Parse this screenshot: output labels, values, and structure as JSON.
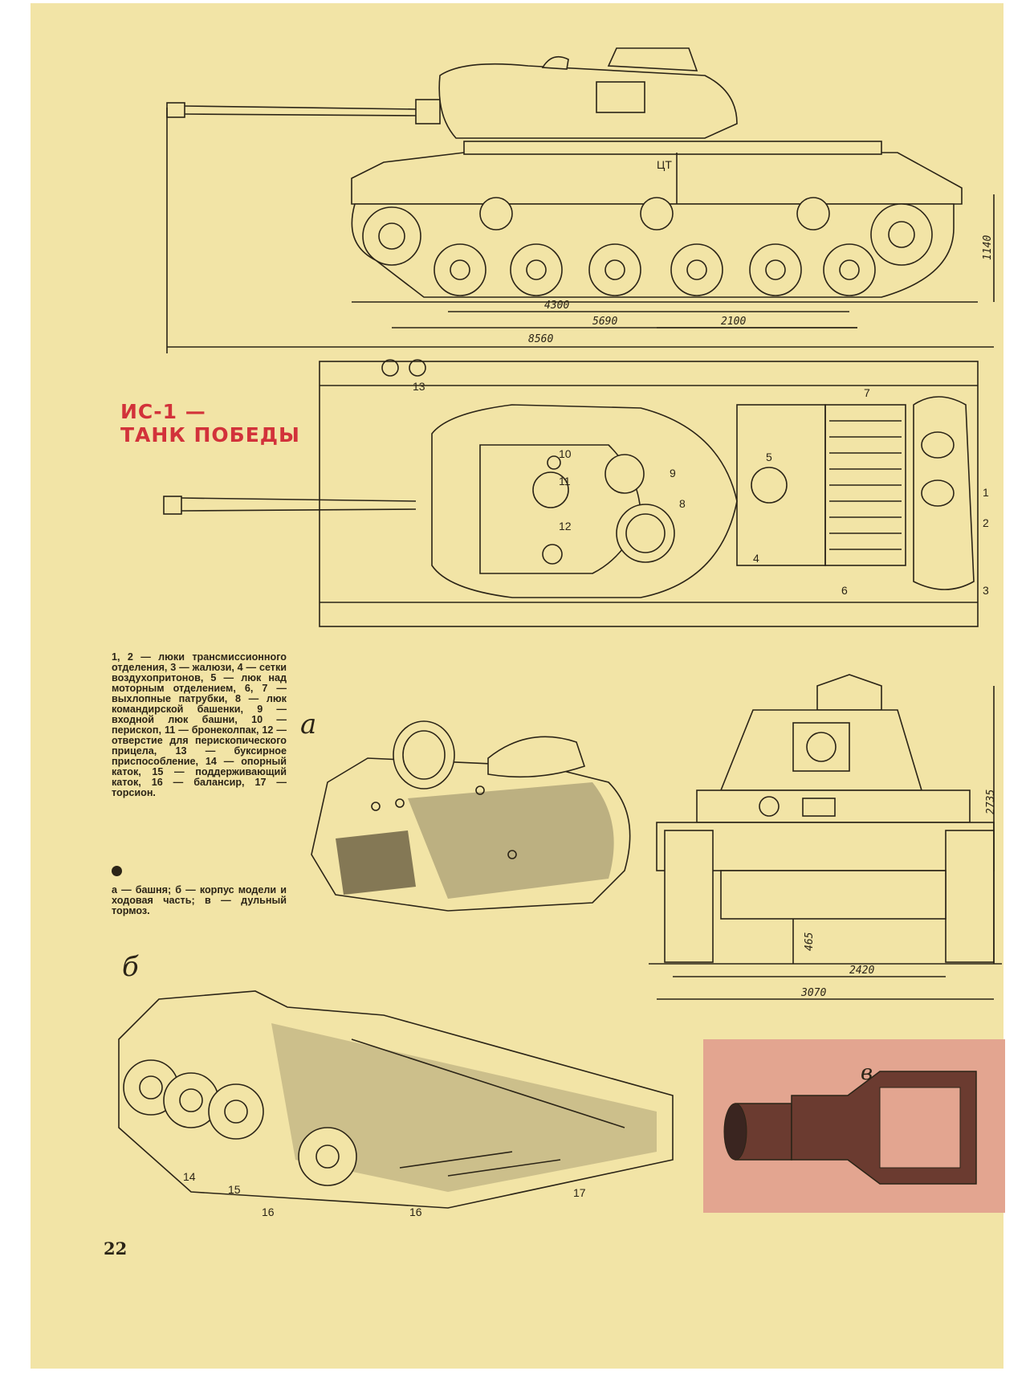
{
  "title": {
    "line1": "ИС-1 —",
    "line2": "ТАНК ПОБЕДЫ"
  },
  "caption": "1, 2 — люки трансмиссионного отделения, 3 — жалюзи, 4 — сетки воздухопритонов, 5 — люк над моторным отделением, 6, 7 — выхлопные патрубки, 8 — люк командирской башенки, 9 — входной люк башни, 10 — перископ, 11 — бронеколпак, 12 — отверстие для перископического прицела, 13 — буксирное приспособление, 14 — опорный каток, 15 — поддерживающий каток, 16 — балансир, 17 — торсион.",
  "caption_legend": "а — башня; б — корпус модели и ходовая часть; в — дульный тормоз.",
  "side_view": {
    "label_ct": "ЦТ",
    "dims": [
      "4300",
      "5690",
      "2100",
      "8560",
      "1140"
    ]
  },
  "top_view": {
    "callouts": [
      "13",
      "7",
      "10",
      "9",
      "11",
      "5",
      "8",
      "12",
      "4",
      "6",
      "1",
      "2",
      "3"
    ]
  },
  "front_view": {
    "dims": [
      "2735",
      "465",
      "2420",
      "3070"
    ]
  },
  "figure_letters": {
    "turret": "а",
    "hull": "б",
    "muzzle_brake": "в"
  },
  "hull_callouts": [
    "14",
    "15",
    "16",
    "16",
    "17"
  ],
  "page_number": "22",
  "colors": {
    "paper": "#f2e4a6",
    "ink": "#2b2417",
    "title_red": "#d2323a",
    "muzzle_box": "#e3a590"
  }
}
